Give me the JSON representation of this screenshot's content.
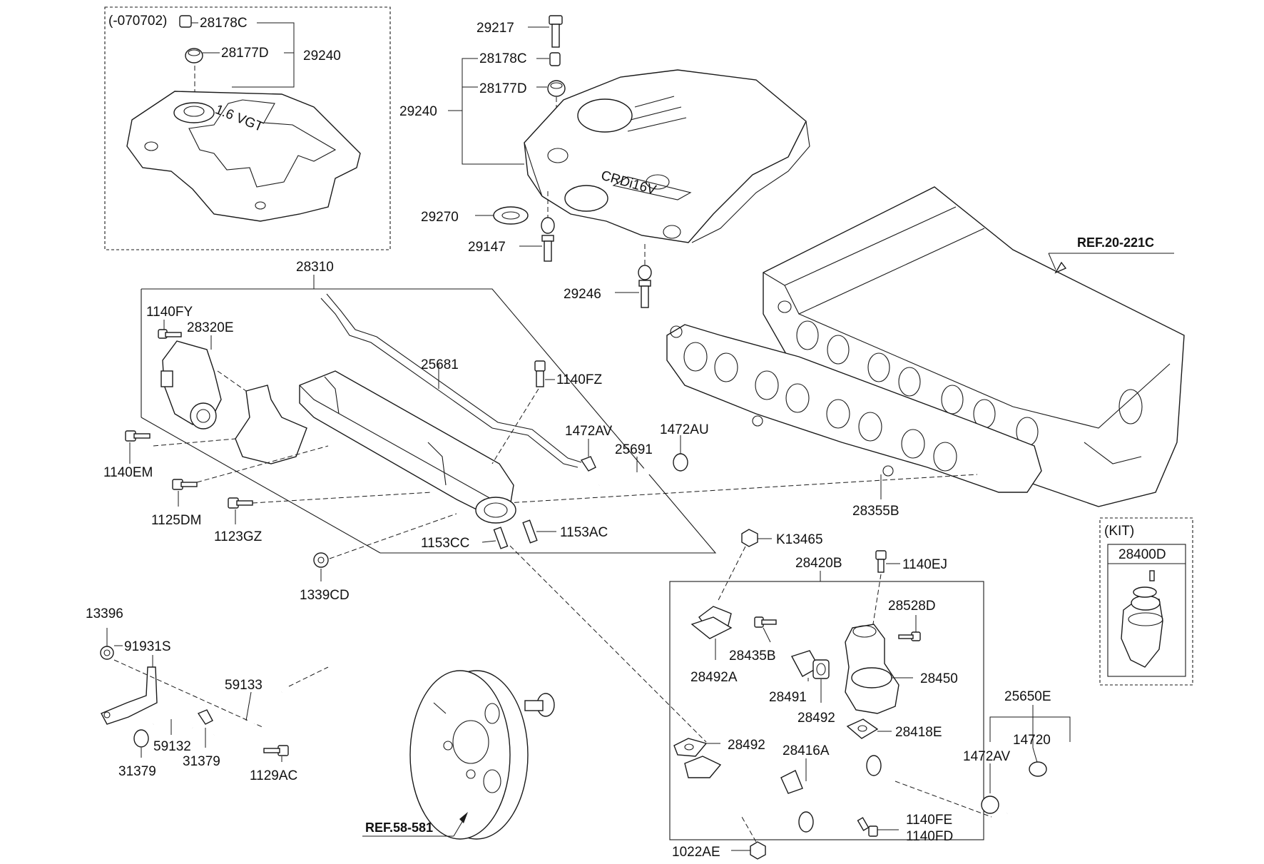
{
  "labels": {
    "variant_note": "(-070702)",
    "kit_note": "(KIT)",
    "c1": "28178C",
    "c2": "28177D",
    "c3": "29240",
    "p29217": "29217",
    "p28178c": "28178C",
    "p28177d": "28177D",
    "p29240": "29240",
    "p29270": "29270",
    "p29147": "29147",
    "p29246": "29246",
    "ref_head": "REF.20-221C",
    "p28310": "28310",
    "p1140fy": "1140FY",
    "p28320e": "28320E",
    "p25681": "25681",
    "p1140fz": "1140FZ",
    "p1472av_a": "1472AV",
    "p1472au": "1472AU",
    "p25691": "25691",
    "p1140em": "1140EM",
    "p1125dm": "1125DM",
    "p1123gz": "1123GZ",
    "p1153cc": "1153CC",
    "p1153ac": "1153AC",
    "p1339cd": "1339CD",
    "p28355b": "28355B",
    "pk13465": "K13465",
    "p28420b": "28420B",
    "p1140ej": "1140EJ",
    "p28400d": "28400D",
    "p28528d": "28528D",
    "p28435b": "28435B",
    "p28492a": "28492A",
    "p28491": "28491",
    "p28450": "28450",
    "p28492_a": "28492",
    "p28492_b": "28492",
    "p28418e": "28418E",
    "p28416a": "28416A",
    "p1140fe": "1140FE",
    "p1140fd": "1140FD",
    "p1022ae": "1022AE",
    "p25650e": "25650E",
    "p14720": "14720",
    "p1472av_b": "1472AV",
    "p13396": "13396",
    "p91931s": "91931S",
    "p59133": "59133",
    "p59132": "59132",
    "p31379_a": "31379",
    "p31379_b": "31379",
    "p1129ac": "1129AC",
    "ref_booster": "REF.58-581",
    "cover_text_a": "1.6 VGT",
    "cover_text_b": "CRDi16V"
  }
}
